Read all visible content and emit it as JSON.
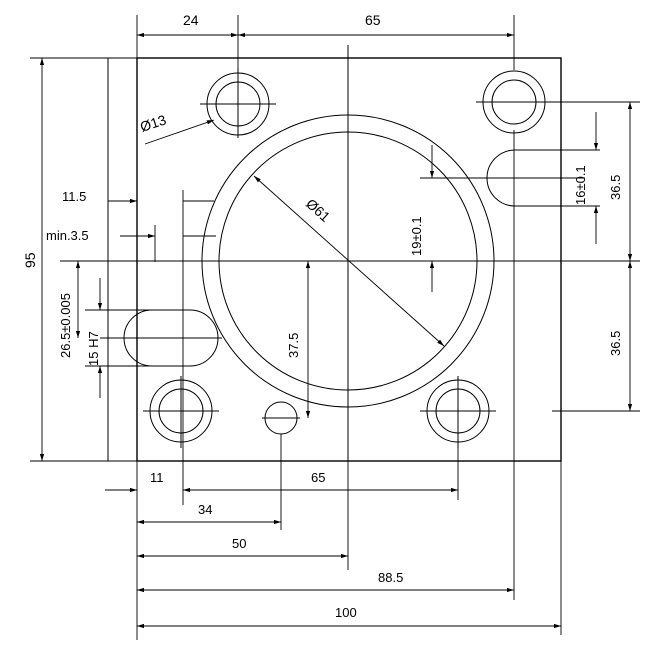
{
  "drawing": {
    "top_dims": {
      "left": "24",
      "right": "65"
    },
    "hole_dia": "Ø13",
    "big_dia": "Ø61",
    "left_dims": {
      "d11_5": "11.5",
      "min3_5": "min.3.5",
      "h95": "95",
      "d26_5": "26.5±0.005",
      "d15h7": "15 H7"
    },
    "center_dims": {
      "d19": "19±0.1",
      "d37_5": "37.5"
    },
    "right_dims": {
      "d16": "16±0.1",
      "d36_5_top": "36.5",
      "d36_5_bottom": "36.5"
    },
    "bottom_dims": {
      "d11": "11",
      "d65": "65",
      "d34": "34",
      "d50": "50",
      "d88_5": "88.5",
      "d100": "100"
    }
  }
}
